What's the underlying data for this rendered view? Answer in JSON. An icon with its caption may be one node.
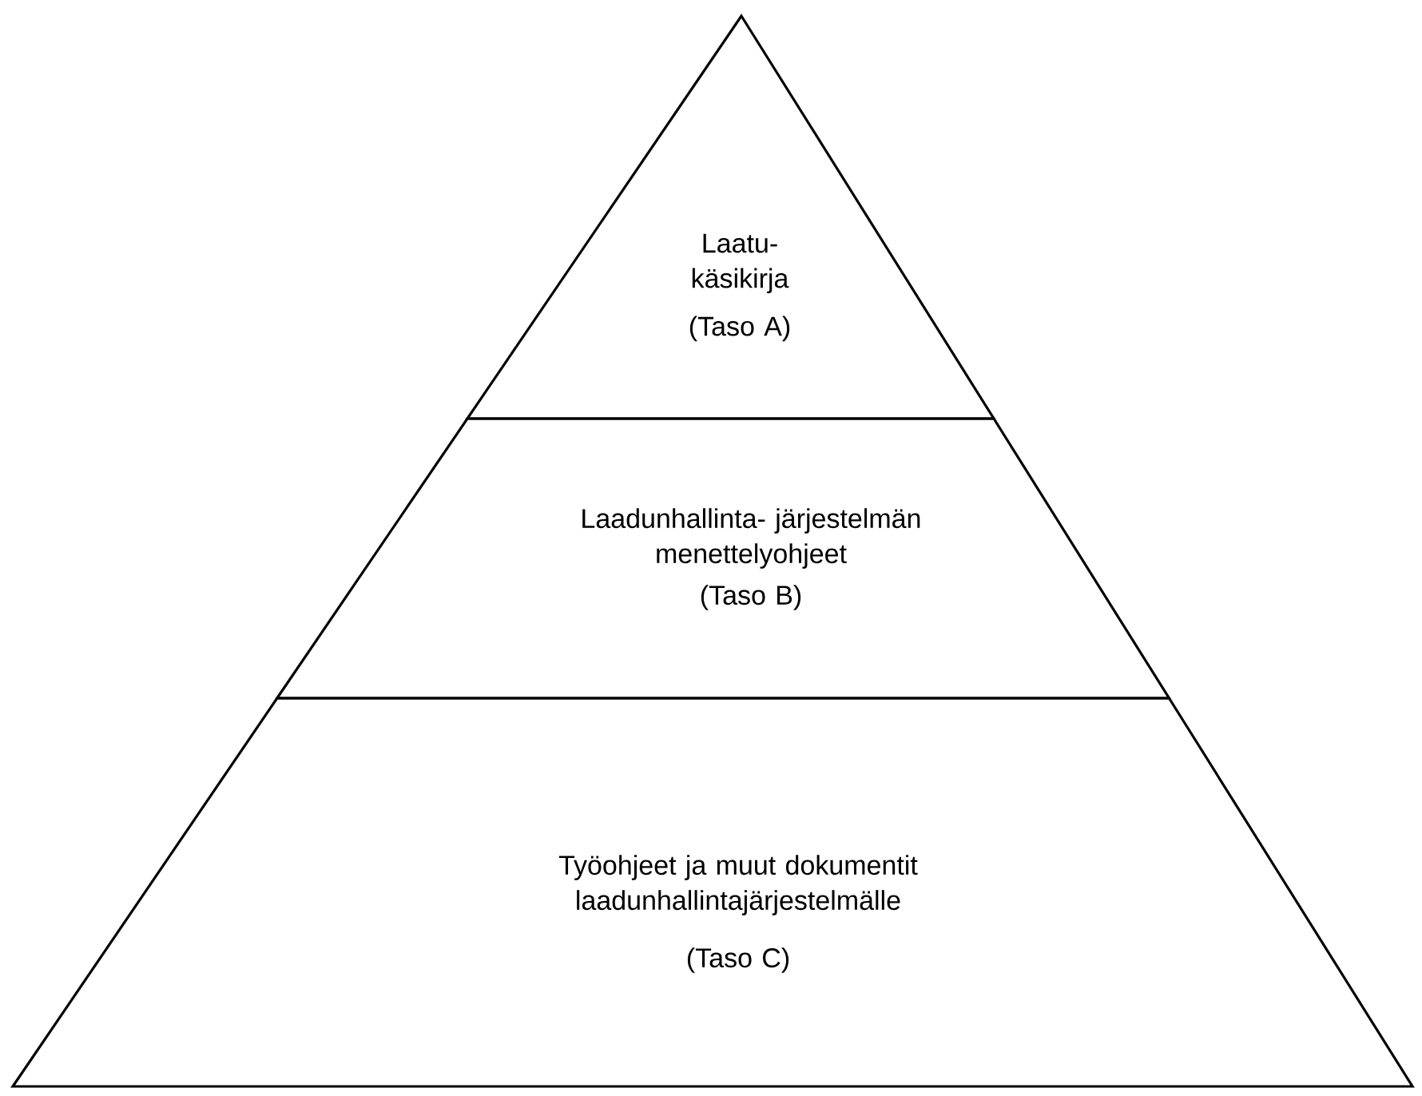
{
  "diagram": {
    "nodes": [
      {
        "text": [
          "Laatu- käsikirja",
          "(Taso A)"
        ]
      },
      {
        "text": [
          "Laadunhallinta- järjestelmän menettelyohjeet",
          "(Taso B)"
        ]
      },
      {
        "text": [
          "Työohjeet ja muut dokumentit laadunhallintajärjestelmälle",
          "(Taso C)"
        ]
      }
    ]
  }
}
